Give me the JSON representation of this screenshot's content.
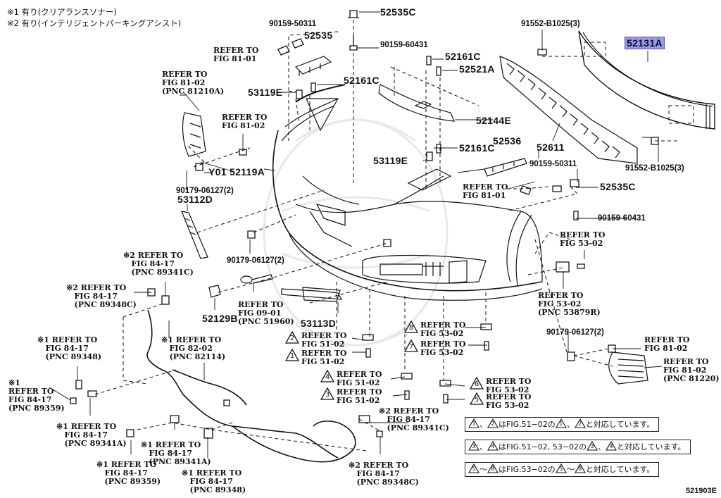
{
  "diagram": {
    "type": "exploded-parts-diagram",
    "subject": "Front bumper & bumper cover",
    "figure_code": "521903E",
    "notes": [
      "※1 有り(クリアランスソナー)",
      "※2 有り(インテリジェントパーキングアシスト)"
    ],
    "highlighted_part": "52131A",
    "part_numbers": {
      "p52535C_top": "52535C",
      "p90159_50311_left": "90159-50311",
      "p52535": "52535",
      "p90159_60431_top": "90159-60431",
      "p52161C_top": "52161C",
      "p52521A": "52521A",
      "p52161C_mid": "52161C",
      "p53119E_left": "53119E",
      "p52144E": "52144E",
      "p91552_top": "91552-B1025(3)",
      "p52131A": "52131A",
      "p52611": "52611",
      "p91552_bottom": "91552-B1025(3)",
      "p52536": "52536",
      "p53119E_mid": "53119E",
      "p52161C_low": "52161C",
      "p90159_50311_right": "90159-50311",
      "p52535C_right": "52535C",
      "p90159_60431_right": "90159-60431",
      "pY01_52119A": "Y01 52119A",
      "p90179_06127_a": "90179-06127(2)",
      "p53112D": "53112D",
      "p90179_06127_b": "90179-06127(2)",
      "p52129B": "52129B",
      "p53113D": "53113D",
      "p90179_06127_c": "90179-06127(2)"
    },
    "refer_labels": {
      "r_81_01_top": "REFER TO\nFIG 81-01",
      "r_81_02_81210A": "REFER TO\nFIG 81-02\n(PNC 81210A)",
      "r_81_02_bolt": "REFER TO\nFIG 81-02",
      "r_81_01_right": "REFER TO\nFIG 81-01",
      "r_53_02_top": "REFER TO\nFIG 53-02",
      "r_53_02_53879R": "REFER TO\nFIG 53-02\n(PNC 53879R)",
      "r_81_02_right": "REFER TO\nFIG 81-02",
      "r_81_02_81220": "REFER TO\nFIG 81-02\n(PNC 81220)",
      "r_09_01_51960": "REFER TO\nFIG 09-01\n(PNC 51960)",
      "r_84_17_89341C_top": "※2 REFER TO\n   FIG 84-17\n   (PNC 89341C)",
      "r_84_17_89348C_left": "※2 REFER TO\n   FIG 84-17\n   (PNC 89348C)",
      "r_84_17_89348_left": "※1 REFER TO\n   FIG 84-17\n   (PNC 89348)",
      "r_82_02_82114": "※1 REFER TO\n   FIG 82-02\n   (PNC 82114)",
      "r_84_17_89359_left": "※1\nREFER TO\nFIG 84-17\n(PNC 89359)",
      "r_84_17_89341A_a": "※1 REFER TO\n   FIG 84-17\n   (PNC 89341A)",
      "r_84_17_89341A_b": "※1 REFER TO\n   FIG 84-17\n   (PNC 89341A)",
      "r_84_17_89359_b": "※1 REFER TO\n   FIG 84-17\n   (PNC 89359)",
      "r_84_17_89348_b": "※1 REFER TO\n   FIG 84-17\n   (PNC 89348)",
      "r_84_17_89341C_b": "※2 REFER TO\n   FIG 84-17\n   (PNC 89341C)",
      "r_84_17_89348C_b": "※2 REFER TO\n   FIG 84-17\n   (PNC 89348C)"
    },
    "marked_refs": [
      {
        "mark": "2",
        "text": "REFER TO\nFIG 51-02"
      },
      {
        "mark": "1",
        "text": "REFER TO\nFIG 51-02"
      },
      {
        "mark": "4",
        "text": "REFER TO\nFIG 51-02"
      },
      {
        "mark": "3",
        "text": "REFER TO\nFIG 51-02"
      },
      {
        "mark": "8",
        "text": "REFER TO\nFIG 53-02"
      },
      {
        "mark": "7",
        "text": "REFER TO\nFIG 53-02"
      },
      {
        "mark": "6",
        "text": "REFER TO\nFIG 53-02"
      },
      {
        "mark": "5",
        "text": "REFER TO\nFIG 53-02"
      }
    ],
    "legend": [
      {
        "m1": "1",
        "sep": "、",
        "m2": "2",
        "mid": "はFIG.51−02の",
        "m3": "1",
        "sep2": "、",
        "m4": "2",
        "tail": "と対応しています。"
      },
      {
        "m1": "3",
        "sep": "、",
        "m2": "4",
        "mid": "はFIG.51−02, 53−02の",
        "m3": "3",
        "sep2": "、",
        "m4": "4",
        "tail": "と対応しています。"
      },
      {
        "m1": "5",
        "sep": "〜",
        "m2": "8",
        "mid": "はFIG.53−02の",
        "m3": "5",
        "sep2": "〜",
        "m4": "8",
        "tail": "と対応しています。"
      }
    ]
  }
}
